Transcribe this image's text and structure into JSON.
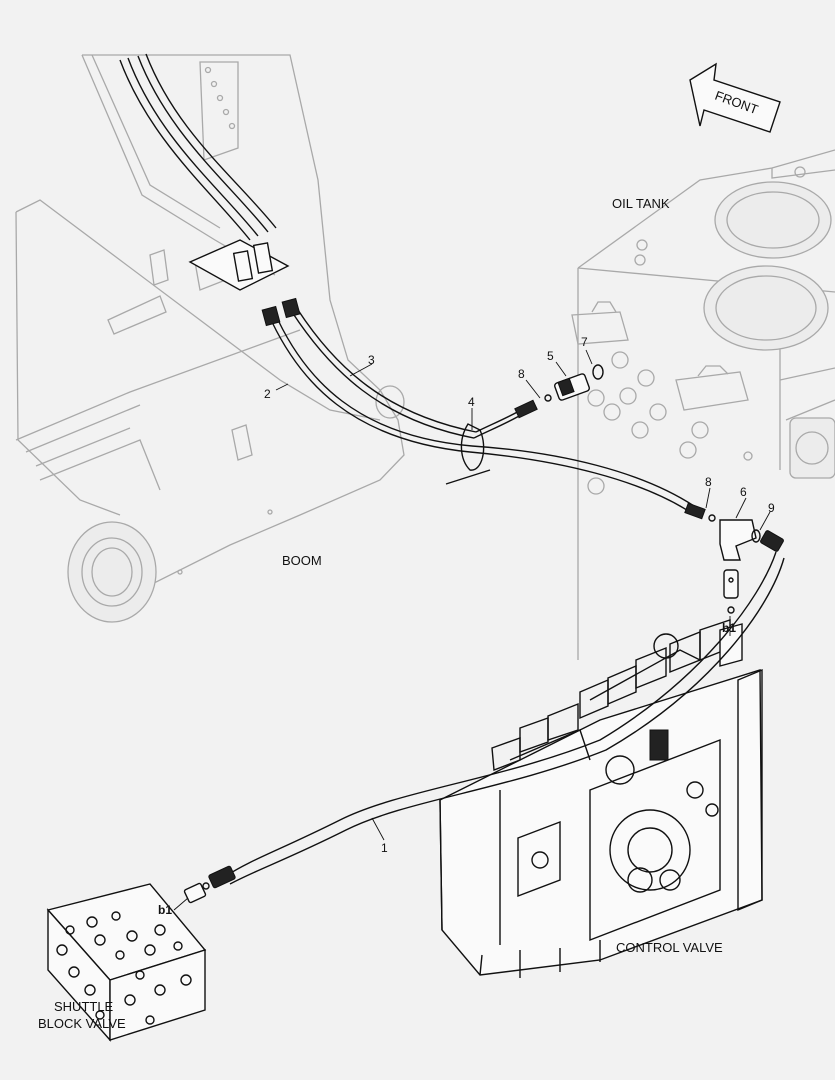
{
  "labels": {
    "front": "FRONT",
    "oil_tank": "OIL TANK",
    "boom": "BOOM",
    "control_valve": "CONTROL VALVE",
    "shuttle_block_valve_line1": "SHUTTLE",
    "shuttle_block_valve_line2": "BLOCK VALVE"
  },
  "callouts": {
    "c1": "1",
    "c2": "2",
    "c3": "3",
    "c4": "4",
    "c5": "5",
    "c6": "6",
    "c7": "7",
    "c8a": "8",
    "c8b": "8",
    "c9": "9",
    "b1_valve": "b1",
    "b1_shuttle": "b1"
  },
  "colors": {
    "ink": "#111111",
    "ghost": "#a9a9a9",
    "background": "#f2f2f2"
  }
}
